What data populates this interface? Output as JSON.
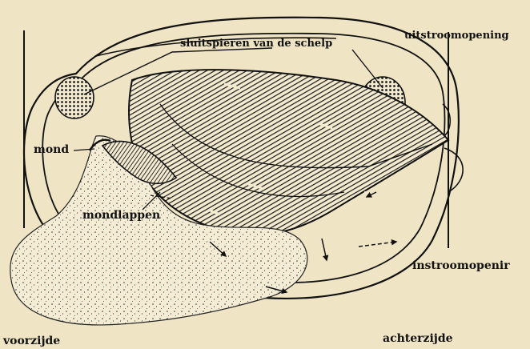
{
  "labels": {
    "muscles": "sluitspieren van de schelp",
    "outflow": "uitstroomopening",
    "mouth": "mond",
    "palps": "mondlappen",
    "inflow": "instroomopenir",
    "front": "voorzijde",
    "back": "achterzijde"
  }
}
